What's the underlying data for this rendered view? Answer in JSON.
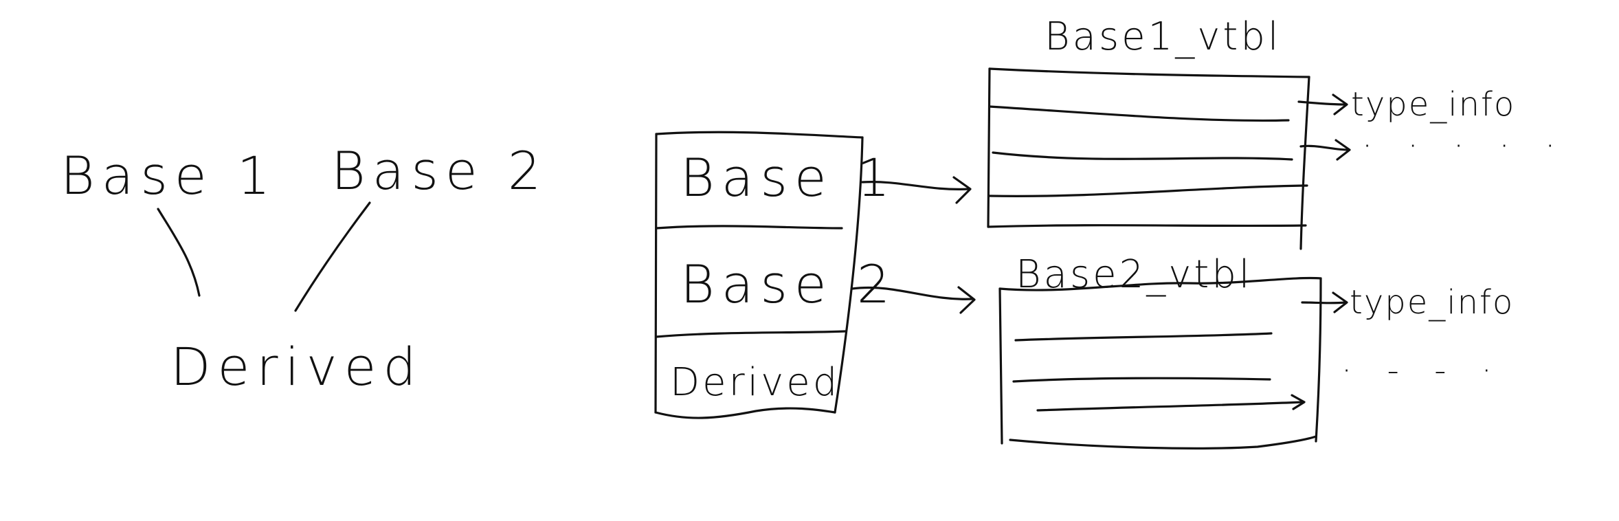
{
  "hierarchy": {
    "base1": "Base 1",
    "base2": "Base 2",
    "derived": "Derived"
  },
  "object_layout": {
    "cells": [
      "Base 1",
      "Base 2",
      "Derived"
    ]
  },
  "vtables": {
    "base1": {
      "title": "Base1_vtbl",
      "type_info": "type_info",
      "more": "· · · · ·"
    },
    "base2": {
      "title": "Base2_vtbl",
      "type_info": "type_info",
      "more": "· - - ·"
    }
  }
}
